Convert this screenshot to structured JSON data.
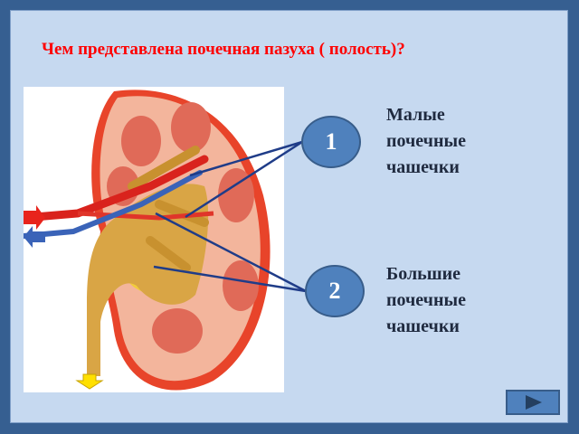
{
  "title": "Чем представлена почечная пазуха ( полость)?",
  "image": {
    "subject": "kidney-cross-section-illustration"
  },
  "markers": [
    {
      "number": "1",
      "label_lines": [
        "Малые",
        "почечные",
        "чашечки"
      ]
    },
    {
      "number": "2",
      "label_lines": [
        "Большие",
        "почечные",
        "чашечки"
      ]
    }
  ],
  "navigation": {
    "next_icon": "play-triangle-icon"
  },
  "colors": {
    "border": "#365f91",
    "panel": "#c6d9f0",
    "title": "#ff0000",
    "badge": "#4f81bd",
    "arrow": "#1f3c88"
  }
}
